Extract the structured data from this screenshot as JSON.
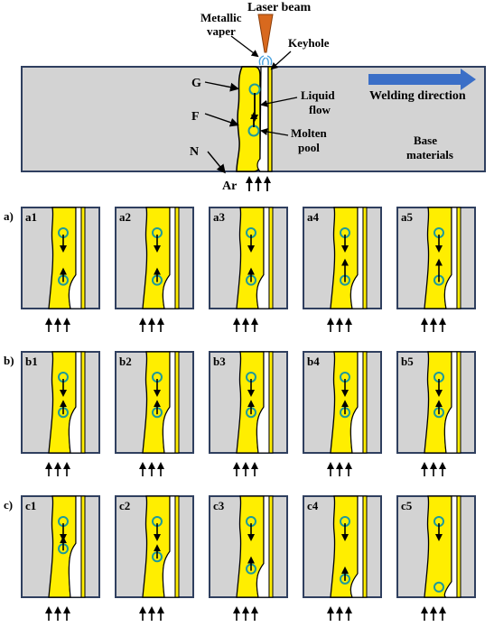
{
  "colors": {
    "base": "#d3d3d3",
    "panel_border": "#2f3f5f",
    "pool": "#ffee00",
    "outline": "#000000",
    "circle": "#1d9a9a",
    "direction_arrow": "#3b6fc7",
    "laser": "#d8691e",
    "vapor": "#4aa3df"
  },
  "main": {
    "laser_label": "Laser beam",
    "vapor_label_line1": "Metallic",
    "vapor_label_line2": "vaper",
    "keyhole_label": "Keyhole",
    "g_label": "G",
    "f_label": "F",
    "n_label": "N",
    "liquid_line1": "Liquid",
    "liquid_line2": "flow",
    "molten_line1": "Molten",
    "molten_line2": "pool",
    "direction_label": "Welding direction",
    "base_line1": "Base",
    "base_line2": "materials",
    "ar_label": "Ar"
  },
  "rows": [
    {
      "label": "a)",
      "panels": [
        {
          "label": "a1",
          "top_dir": "down",
          "bottom_dir": "up",
          "bottom_arrow": "short",
          "bottom_level": 0.72
        },
        {
          "label": "a2",
          "top_dir": "down",
          "bottom_dir": "up",
          "bottom_arrow": "short",
          "bottom_level": 0.72
        },
        {
          "label": "a3",
          "top_dir": "down",
          "bottom_dir": "up",
          "bottom_arrow": "short",
          "bottom_level": 0.72
        },
        {
          "label": "a4",
          "top_dir": "down",
          "bottom_dir": "up",
          "bottom_arrow": "long",
          "bottom_level": 0.72
        },
        {
          "label": "a5",
          "top_dir": "down",
          "bottom_dir": "up",
          "bottom_arrow": "long",
          "bottom_level": 0.72
        }
      ]
    },
    {
      "label": "b)",
      "panels": [
        {
          "label": "b1",
          "top_dir": "down",
          "bottom_dir": "up",
          "bottom_arrow": "short",
          "bottom_level": 0.6
        },
        {
          "label": "b2",
          "top_dir": "down",
          "bottom_dir": "up",
          "bottom_arrow": "short",
          "bottom_level": 0.6
        },
        {
          "label": "b3",
          "top_dir": "down",
          "bottom_dir": "up",
          "bottom_arrow": "short",
          "bottom_level": 0.6
        },
        {
          "label": "b4",
          "top_dir": "down",
          "bottom_dir": "up",
          "bottom_arrow": "short",
          "bottom_level": 0.6
        },
        {
          "label": "b5",
          "top_dir": "down",
          "bottom_dir": "up",
          "bottom_arrow": "short",
          "bottom_level": 0.6
        }
      ]
    },
    {
      "label": "c)",
      "panels": [
        {
          "label": "c1",
          "top_dir": "down",
          "bottom_dir": "up",
          "bottom_arrow": "short",
          "bottom_level": 0.52
        },
        {
          "label": "c2",
          "top_dir": "down",
          "bottom_dir": "up",
          "bottom_arrow": "short",
          "bottom_level": 0.6
        },
        {
          "label": "c3",
          "top_dir": "down",
          "bottom_dir": "up",
          "bottom_arrow": "short",
          "bottom_level": 0.72
        },
        {
          "label": "c4",
          "top_dir": "down",
          "bottom_dir": "up",
          "bottom_arrow": "short",
          "bottom_level": 0.82
        },
        {
          "label": "c5",
          "top_dir": "down",
          "bottom_dir": "none",
          "bottom_arrow": "none",
          "bottom_level": 0.9
        }
      ]
    }
  ]
}
